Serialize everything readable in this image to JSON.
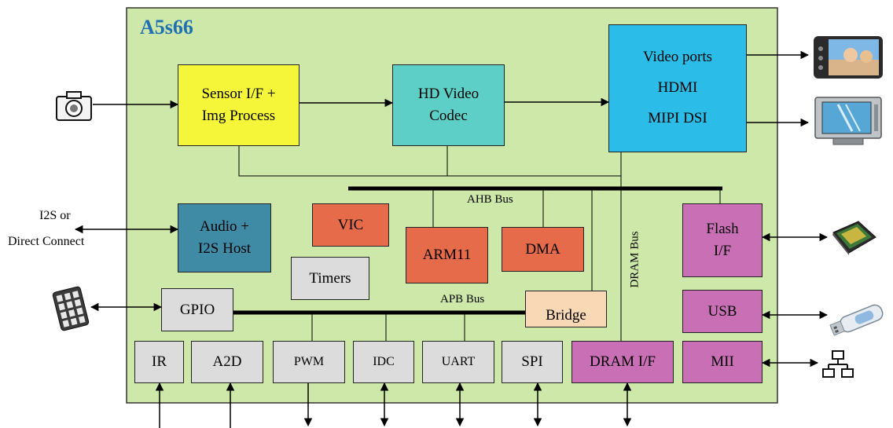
{
  "chip_name": "A5s66",
  "blocks": {
    "sensor": {
      "line1": "Sensor I/F +",
      "line2": "Img Process"
    },
    "codec": {
      "line1": "HD Video",
      "line2": "Codec"
    },
    "video": {
      "line1": "Video ports",
      "line2": "HDMI",
      "line3": "MIPI DSI"
    },
    "audio": {
      "line1": "Audio +",
      "line2": "I2S Host"
    },
    "vic": "VIC",
    "arm": "ARM11",
    "dma": "DMA",
    "timers": "Timers",
    "flash": {
      "line1": "Flash",
      "line2": "I/F"
    },
    "usb": "USB",
    "gpio": "GPIO",
    "bridge": "Bridge",
    "ir": "IR",
    "a2d": "A2D",
    "pwm": "PWM",
    "idc": "IDC",
    "uart": "UART",
    "spi": "SPI",
    "dram": "DRAM I/F",
    "mii": "MII"
  },
  "buses": {
    "ahb": "AHB Bus",
    "apb": "APB Bus",
    "dram": "DRAM Bus"
  },
  "external": {
    "i2s_line1": "I2S or",
    "i2s_line2": "Direct Connect"
  },
  "icons": [
    "camera-icon",
    "portable-display-icon",
    "tv-monitor-icon",
    "keypad-icon",
    "flash-card-icon",
    "usb-stick-icon",
    "network-icon"
  ]
}
